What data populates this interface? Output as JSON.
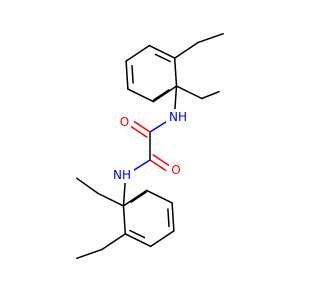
{
  "colors": {
    "carbon_bond": "#000000",
    "oxygen": "#ff0000",
    "nitrogen": "#0000ff",
    "background": "#ffffff"
  },
  "atoms": {
    "o_upper": {
      "label": "O",
      "color": "#ff0000"
    },
    "o_lower": {
      "label": "O",
      "color": "#ff0000"
    },
    "nh_upper": {
      "label": "NH",
      "color": "#0000ff"
    },
    "nh_lower": {
      "label": "NH",
      "color": "#0000ff"
    }
  }
}
